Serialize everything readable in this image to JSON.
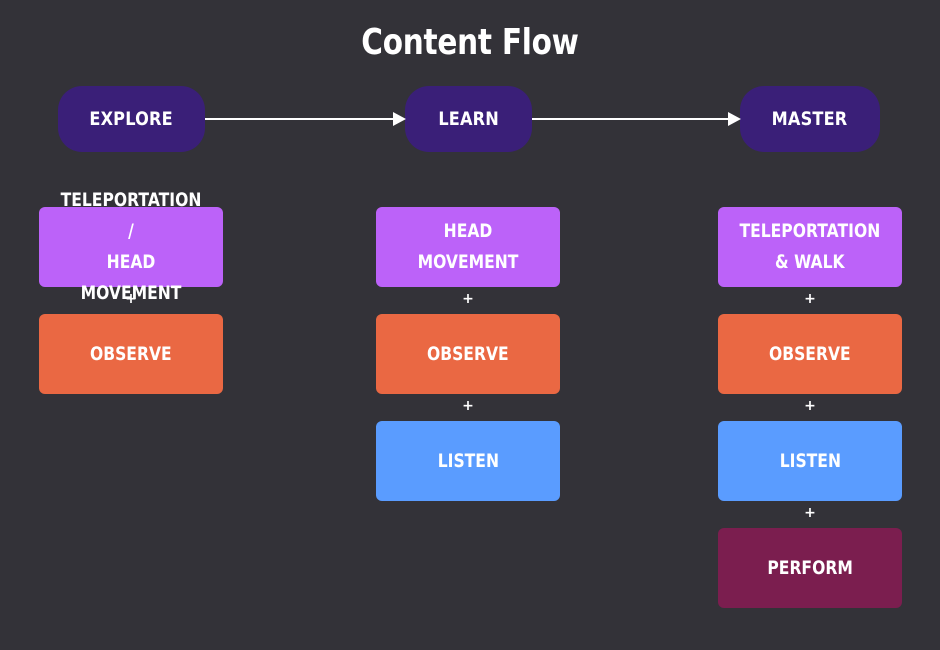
{
  "title": "Content Flow",
  "stages": [
    "EXPLORE",
    "LEARN",
    "MASTER"
  ],
  "columns": [
    {
      "stage": "EXPLORE",
      "items": [
        "TELEPORTATION /\nHEAD MOVEMENT",
        "OBSERVE"
      ]
    },
    {
      "stage": "LEARN",
      "items": [
        "HEAD MOVEMENT",
        "OBSERVE",
        "LISTEN"
      ]
    },
    {
      "stage": "MASTER",
      "items": [
        "TELEPORTATION\n& WALK",
        "OBSERVE",
        "LISTEN",
        "PERFORM"
      ]
    }
  ],
  "connector_symbol": "+",
  "colors": {
    "background": "#333238",
    "stage": "#3a1f78",
    "movement": "#bc62f9",
    "observe": "#ea6843",
    "listen": "#5a9cff",
    "perform": "#7b1e4f"
  }
}
